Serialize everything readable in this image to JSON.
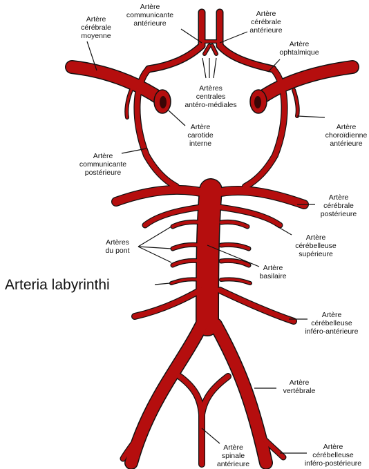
{
  "colors": {
    "vessel": "#b50e0e",
    "outline": "#111111",
    "background": "#ffffff"
  },
  "labels": {
    "cerebrale_moyenne": "Artère\ncérébrale\nmoyenne",
    "communicante_anterieure": "Artère\ncommunicante\nantérieure",
    "cerebrale_anterieure": "Artère\ncérébrale\nantérieure",
    "ophtalmique": "Artère\nophtalmique",
    "centrales": "Artères\ncentrales\nantéro-médiales",
    "carotide_interne": "Artère\ncarotide\ninterne",
    "choroidienne": "Artère\nchoroïdienne\nantérieure",
    "communicante_posterieure": "Artère\ncommunicante\npostérieure",
    "cerebrale_posterieure": "Artère\ncérébrale\npostérieure",
    "du_pont": "Artères\ndu pont",
    "cerebelleuse_superieure": "Artère\ncérébelleuse\nsupérieure",
    "basilaire": "Artère\nbasilaire",
    "labyrinthi": "Arteria labyrinthi",
    "infero_anterieure": "Artère\ncérébelleuse\ninféro-antérieure",
    "vertebrale": "Artère\nvertébrale",
    "spinale_anterieure": "Artère\nspinale\nantérieure",
    "infero_posterieure": "Artère\ncérébelleuse\ninféro-postérieure"
  }
}
